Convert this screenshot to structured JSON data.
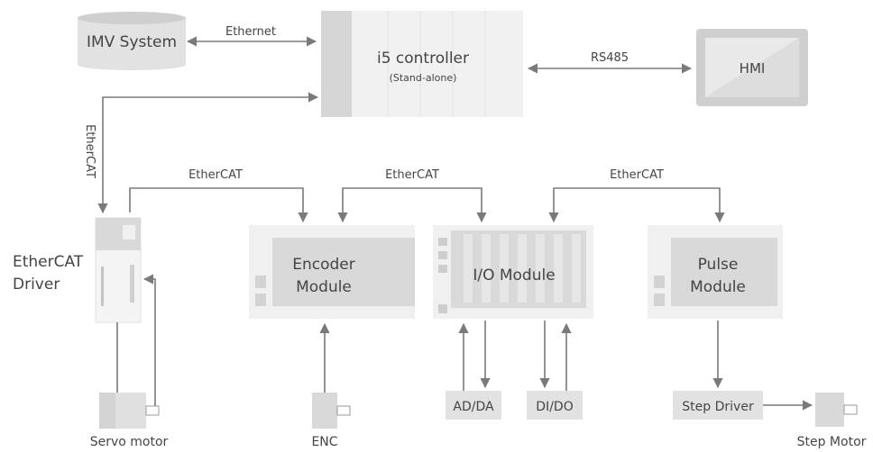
{
  "nodes": {
    "imv": "IMV System",
    "controller_title": "i5 controller",
    "controller_sub": "(Stand-alone)",
    "hmi": "HMI",
    "ethercat_driver_1": "EtherCAT",
    "ethercat_driver_2": "Driver",
    "encoder_1": "Encoder",
    "encoder_2": "Module",
    "io": "I/O Module",
    "pulse_1": "Pulse",
    "pulse_2": "Module",
    "adda": "AD/DA",
    "dido": "DI/DO",
    "step_driver": "Step Driver",
    "servo_motor": "Servo motor",
    "enc": "ENC",
    "step_motor": "Step Motor"
  },
  "links": {
    "ethernet": "Ethernet",
    "rs485": "RS485",
    "ethercat_vertical": "EtherCAT",
    "ethercat_1": "EtherCAT",
    "ethercat_2": "EtherCAT",
    "ethercat_3": "EtherCAT"
  },
  "colors": {
    "line": "#7a7a7a",
    "device_light": "#f0f0f0",
    "device_mid": "#dcdcdc",
    "device_dark": "#c8c8c8",
    "text": "#444444"
  }
}
